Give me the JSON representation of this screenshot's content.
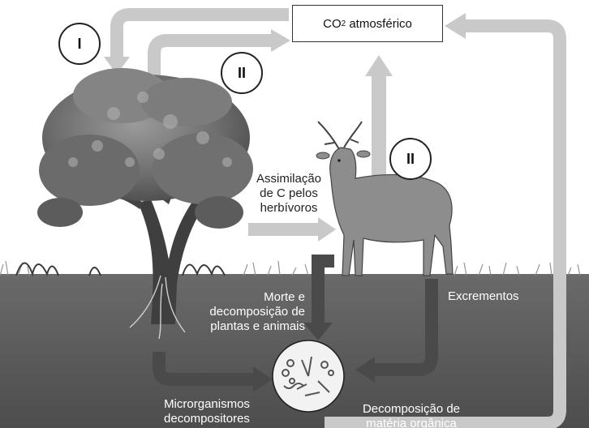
{
  "atmosphere": {
    "prefix": "CO",
    "subscript": "2",
    "suffix": " atmosférico"
  },
  "markers": {
    "one": "I",
    "two_top": "II",
    "two_right": "II"
  },
  "labels": {
    "assimilation": [
      "Assimilação",
      "de C pelos",
      "herbívoros"
    ],
    "death": [
      "Morte e",
      "decomposição de",
      "plantas e animais"
    ],
    "excrement": "Excrementos",
    "microorganisms": [
      "Microrganismos",
      "decompositores"
    ],
    "decomposition": [
      "Decomposição de",
      "matéria orgânica"
    ]
  },
  "colors": {
    "arrow_light": "#c9c9c9",
    "arrow_dark": "#4a4a4a",
    "ground": "#5d5d5d",
    "canopy": "#6f6f6f"
  },
  "icons": [
    "tree-icon",
    "deer-icon",
    "microorganism-disc-icon"
  ]
}
